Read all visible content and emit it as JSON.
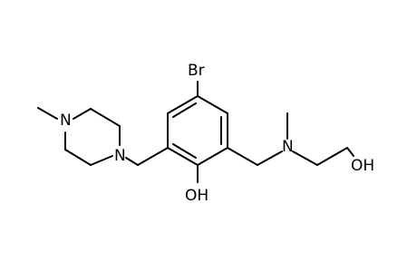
{
  "molecule": {
    "atoms": {
      "bromine": "Br",
      "phenol_oxygen": "OH",
      "amine_nitrogen": "N",
      "alcohol_oxygen": "OH",
      "piperazine_n_ring": "N",
      "piperazine_n_methyl": "N"
    }
  },
  "colors": {
    "bond": "#000000",
    "text": "#000000",
    "background": "#ffffff"
  }
}
